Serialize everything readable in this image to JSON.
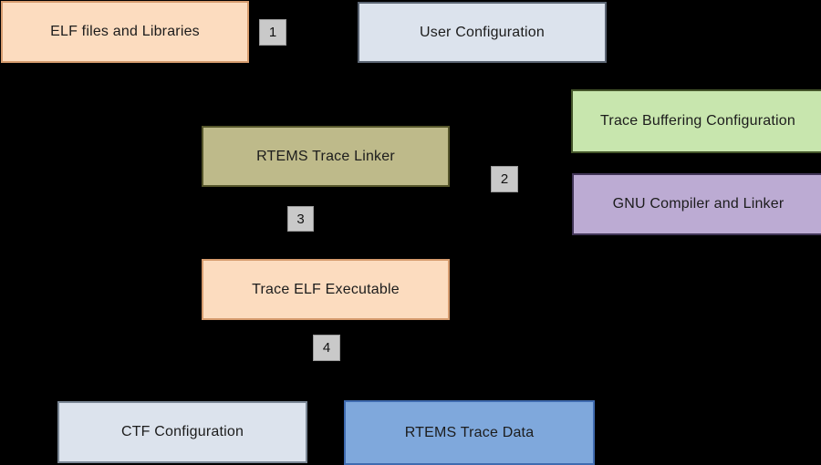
{
  "diagram": {
    "background": "#000000",
    "text_color": "#1c1c1c",
    "nodes": [
      {
        "label": "ELF files and Libraries",
        "fill": "#fcdcbf",
        "border": "#d69c6e"
      },
      {
        "label": "User Configuration",
        "fill": "#dce3ed",
        "border": "#5a6472"
      },
      {
        "label": "Trace Buffering Configuration",
        "fill": "#c8e6ae",
        "border": "#44552a"
      },
      {
        "label": "GNU Compiler and Linker",
        "fill": "#bcabd3",
        "border": "#413557"
      },
      {
        "label": "RTEMS Trace Linker",
        "fill": "#beba8a",
        "border": "#56562b"
      },
      {
        "label": "Trace ELF Executable",
        "fill": "#fcdcbf",
        "border": "#d69c6e"
      },
      {
        "label": "CTF Configuration",
        "fill": "#dce3ed",
        "border": "#7a8694"
      },
      {
        "label": "RTEMS Trace Data",
        "fill": "#7fa8dc",
        "border": "#3f6bb0"
      }
    ],
    "step_badges": [
      {
        "label": "1"
      },
      {
        "label": "2"
      },
      {
        "label": "3"
      },
      {
        "label": "4"
      }
    ],
    "badge_style": {
      "fill": "#c9c9c9",
      "border": "#9a9a9a"
    }
  }
}
